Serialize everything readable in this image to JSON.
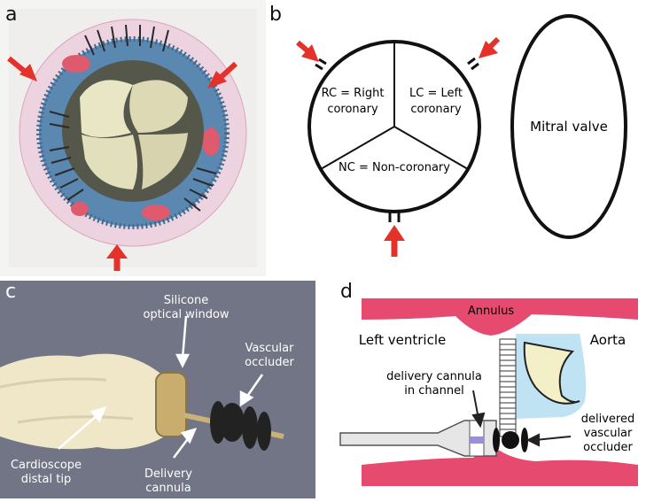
{
  "panels": {
    "a": {
      "label": "a"
    },
    "b": {
      "label": "b",
      "sectors": {
        "right": "RC = Right",
        "right_2": "coronary",
        "left": "LC = Left",
        "left_2": "coronary",
        "non": "NC = Non-coronary"
      },
      "mitral": "Mitral valve"
    },
    "c": {
      "label": "c",
      "window_1": "Silicone",
      "window_2": "optical window",
      "occluder_1": "Vascular",
      "occluder_2": "occluder",
      "tip_1": "Cardioscope",
      "tip_2": "distal tip",
      "cannula_1": "Delivery",
      "cannula_2": "cannula"
    },
    "d": {
      "label": "d",
      "annulus": "Annulus",
      "left_ventricle": "Left ventricle",
      "aorta": "Aorta",
      "channel_1": "delivery cannula",
      "channel_2": "in channel",
      "delivered_1": "delivered",
      "delivered_2": "vascular",
      "delivered_3": "occluder"
    }
  },
  "colors": {
    "arrow_red": "#e4322b",
    "tissue_pink": "#e64a6e",
    "aorta_blue": "#bfe3f3",
    "leaflet_yellow": "#f3f0c8",
    "mesh_blue": "#5a88b0",
    "photo_bg_c": "#6d7180"
  }
}
